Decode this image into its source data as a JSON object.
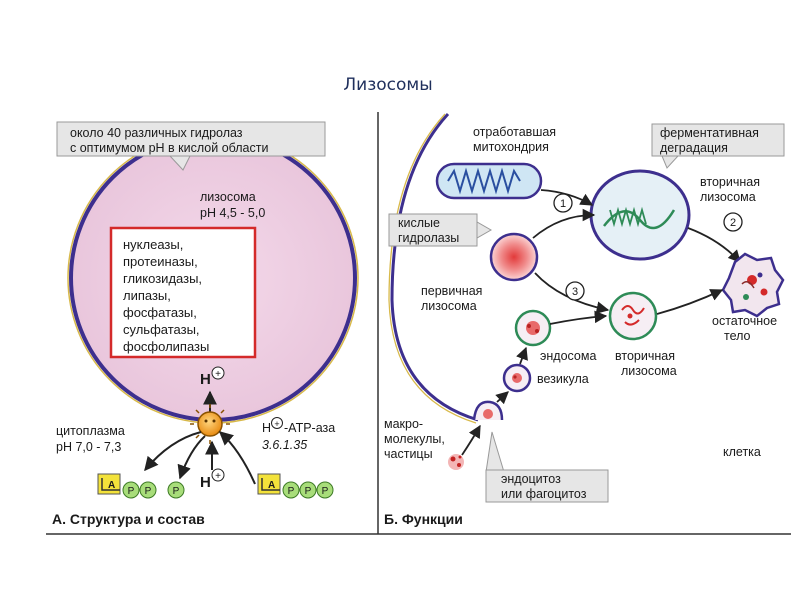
{
  "title": "Лизосомы",
  "panel_a": {
    "caption": "А. Структура  и состав",
    "callout": [
      "около 40 различных гидролаз",
      "с оптимумом  pH в кислой области"
    ],
    "lysosome_label": [
      "лизосома",
      "pH  4,5 - 5,0"
    ],
    "enzymes": [
      "нуклеазы,",
      "протеиназы,",
      "гликозидазы,",
      "липазы,",
      "фосфатазы,",
      "сульфатазы,",
      "фосфолипазы"
    ],
    "proton_top": "H",
    "proton_bottom": "H",
    "proton_charge": "+",
    "cytoplasm_label": [
      "цитоплазма",
      "pH  7,0 - 7,3"
    ],
    "atpase_label": [
      "-ATP-аза",
      "3.6.1.35"
    ],
    "adenine": "A",
    "phosphate": "P"
  },
  "panel_b": {
    "caption": "Б. Функции",
    "spent_mito": [
      "отработавшая",
      "митохондрия"
    ],
    "degradation": [
      "ферментативная",
      "деградация"
    ],
    "secondary_lysosome_top": [
      "вторичная",
      "лизосома"
    ],
    "acid_hydrolases": [
      "кислые",
      "гидролазы"
    ],
    "primary_lysosome": [
      "первичная",
      "лизосома"
    ],
    "endosome": "эндосома",
    "secondary_lysosome_bottom": [
      "вторичная",
      "лизосома"
    ],
    "residual_body": [
      "остаточное",
      "тело"
    ],
    "vesicle": "везикула",
    "macromolecules": [
      "макро-",
      "молекулы,",
      "частицы"
    ],
    "endocytosis": [
      "эндоцитоз",
      "или фагоцитоз"
    ],
    "cell": "клетка",
    "steps": [
      "1",
      "2",
      "3"
    ]
  }
}
